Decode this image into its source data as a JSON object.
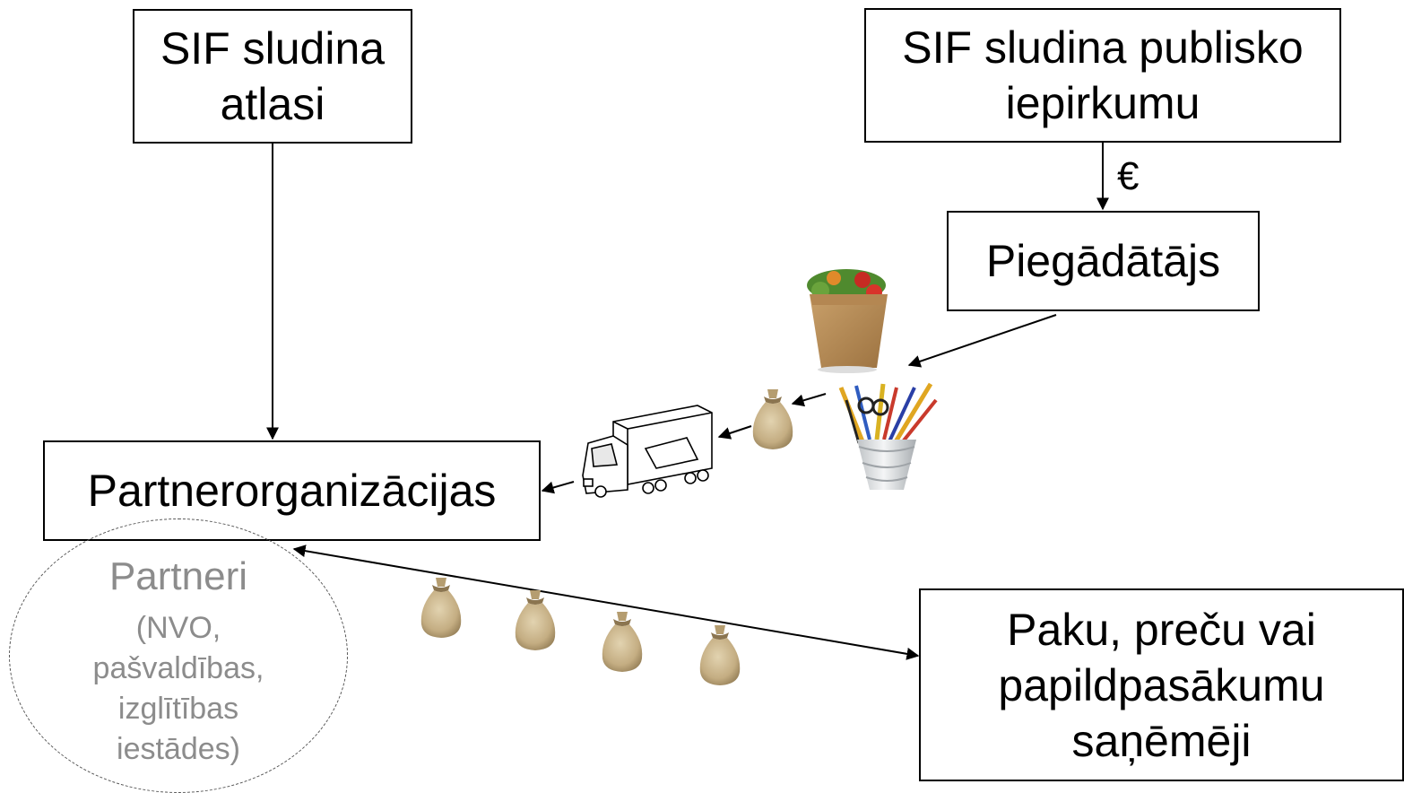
{
  "boxes": {
    "sif_selection": "SIF sludina\natlasi",
    "sif_procurement": "SIF sludina publisko\niepirkumu",
    "supplier": "Piegādātājs",
    "partner_orgs": "Partnerorganizācijas",
    "recipients": "Paku, preču vai\npapildpasākumu\nsaņēmēji"
  },
  "currency_label": "€",
  "partners": {
    "title": "Partneri",
    "subtitle": "(NVO,\npašvaldības,\nizglītības\niestādes)"
  },
  "icons": [
    "food-bag-icon",
    "stationery-cup-icon",
    "sack-icon",
    "delivery-truck-icon"
  ],
  "colors": {
    "line": "#000000",
    "muted_text": "#8c8c8c",
    "sack": "#c9b48c"
  }
}
